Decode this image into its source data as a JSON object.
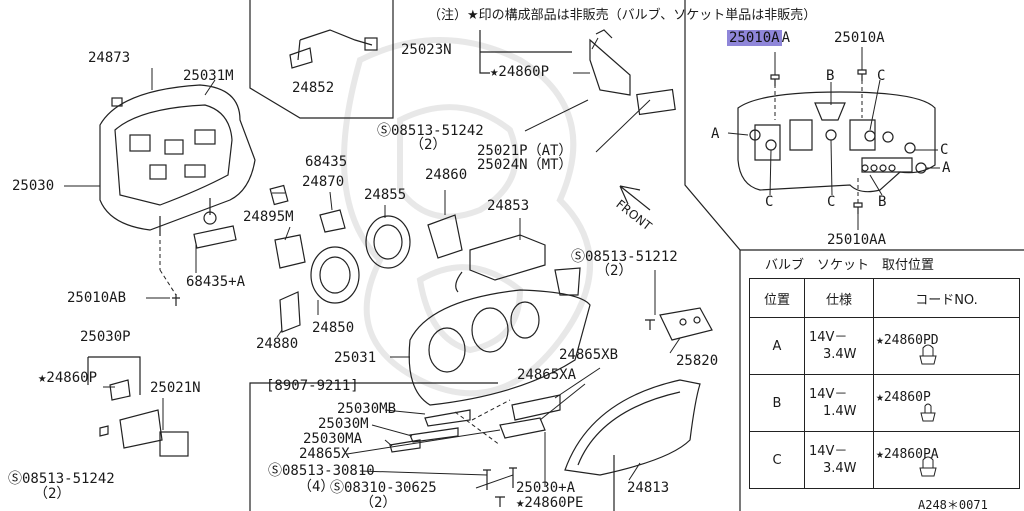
{
  "header_note": "（注）★印の構成部品は非販売（バルブ、ソケット単品は非販売）",
  "footer_code": "A248＊0071",
  "front_label": "FRONT",
  "highlight_color": "#8f86d9",
  "parts": {
    "p24873": "24873",
    "p25031m": "25031M",
    "p25030": "25030",
    "p24852": "24852",
    "p25023n": "25023N",
    "p24860p_top": "★24860P",
    "screw_top": "Ⓢ08513-51242",
    "screw_top_qty": "（2）",
    "p25021p": "25021P（AT）",
    "p25024n": "25024N（MT）",
    "p68435": "68435",
    "p24870": "24870",
    "p24855": "24855",
    "p24860": "24860",
    "p24895m": "24895M",
    "p24853": "24853",
    "p68435a": "68435+A",
    "p25010ab": "25010AB",
    "screw_mid": "Ⓢ08513-51212",
    "screw_mid_qty": "（2）",
    "p25820": "25820",
    "p24850": "24850",
    "p25030p": "25030P",
    "p24860p_left": "★24860P",
    "p25021n": "25021N",
    "p24880": "24880",
    "p25031": "25031",
    "p24865xb": "24865XB",
    "p24865xa": "24865XA",
    "date_range": "[8907-9211]",
    "p25030mb": "25030MB",
    "p25030m": "25030M",
    "p25030ma": "25030MA",
    "p24865x": "24865X",
    "screw_30810": "Ⓢ08513-30810",
    "screw_30810_qty": "（4）",
    "screw_30625": "Ⓢ08310-30625",
    "screw_30625_qty": "（2）",
    "p25030a": "25030+A",
    "p24813": "24813",
    "p24860pe": "★24860PE",
    "screw_left": "Ⓢ08513-51242",
    "screw_left_qty": "（2）"
  },
  "inset": {
    "p25010a_hl": "25010A",
    "p25010a_hl_suffix": "A",
    "p25010a": "25010A",
    "p25010aa": "25010AA",
    "letters": {
      "b_top": "B",
      "c_top": "C",
      "a_left": "A",
      "c_right": "C",
      "a_right": "A",
      "c_bl": "C",
      "c_bm": "C",
      "b_br": "B"
    }
  },
  "legend": {
    "title": "バルブ　ソケット　取付位置",
    "headers": [
      "位置",
      "仕様",
      "コードNO."
    ],
    "rows": [
      {
        "pos": "A",
        "spec1": "14V－",
        "spec2": "3.4W",
        "code": "★24860PD"
      },
      {
        "pos": "B",
        "spec1": "14V－",
        "spec2": "1.4W",
        "code": "★24860P"
      },
      {
        "pos": "C",
        "spec1": "14V－",
        "spec2": "3.4W",
        "code": "★24860PA"
      }
    ]
  }
}
